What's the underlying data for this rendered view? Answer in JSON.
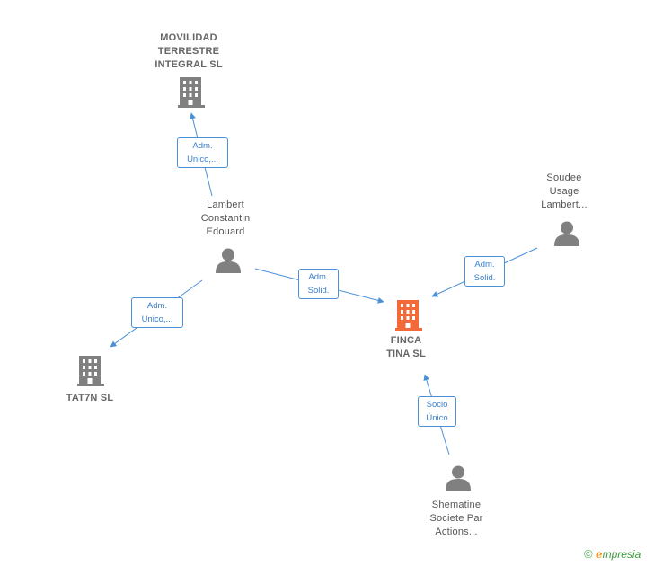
{
  "nodes": {
    "movilidad": {
      "label": "MOVILIDAD\nTERRESTRE\nINTEGRAL  SL",
      "icon": "building-icon"
    },
    "lambert": {
      "label": "Lambert\nConstantin\nEdouard",
      "icon": "person-icon"
    },
    "soudee": {
      "label": "Soudee\nUsage\nLambert...",
      "icon": "person-icon"
    },
    "finca": {
      "label": "FINCA\nTINA  SL",
      "icon": "building-icon"
    },
    "tat7n": {
      "label": "TAT7N  SL",
      "icon": "building-icon"
    },
    "shematine": {
      "label": "Shematine\nSociete Par\nActions...",
      "icon": "person-icon"
    }
  },
  "edges": {
    "lambert_movilidad": "Adm.\nUnico,...",
    "lambert_finca": "Adm.\nSolid.",
    "lambert_tat7n": "Adm.\nUnico,...",
    "soudee_finca": "Adm.\nSolid.",
    "shematine_finca": "Socio\nÚnico"
  },
  "colors": {
    "edge": "#4a8fd8",
    "company": "#808080",
    "person": "#808080",
    "focus_company": "#f26a3a"
  },
  "brand": {
    "copyright": "©",
    "e": "e",
    "rest": "mpresia"
  }
}
